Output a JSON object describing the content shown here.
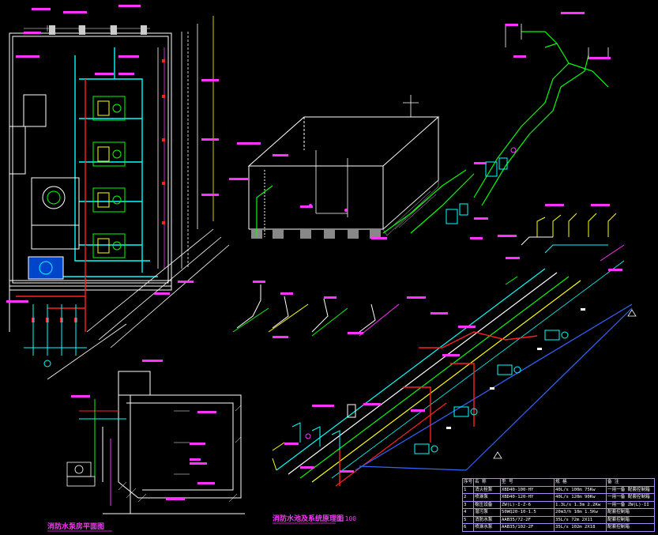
{
  "captions": {
    "plan_title": "消防水泵房平面图",
    "isometric_title": "消防水池及系统原理图",
    "isometric_scale": "1:100"
  },
  "colors": {
    "background": "#000000",
    "wall": "#ffffff",
    "fire_pipe": "#ff2020",
    "sprinkler_pipe": "#00ffff",
    "green_pipe": "#00ff00",
    "magenta_text": "#ff33ff",
    "yellow_pipe": "#ffff00",
    "blue_pipe": "#3366ff",
    "table_border": "#aa88ff"
  },
  "equipment_table": {
    "headers": [
      "序号",
      "名 称",
      "型 号",
      "规 格",
      "备 注"
    ],
    "rows": [
      [
        "1",
        "消火栓泵",
        "XBD40-100-HY",
        "40L/s 100m 75Kw",
        "一用一备 配套控制箱"
      ],
      [
        "2",
        "喷淋泵",
        "XBD40-120-HY",
        "40L/s 120m 90Kw",
        "一用一备 配套控制箱"
      ],
      [
        "3",
        "稳压设备",
        "ZW(L)-I-Z-6",
        "1.3L/s 1.3m 2.2Kw",
        "一用一备 ZW(L)-II"
      ],
      [
        "4",
        "潜污泵",
        "50WQ20-10-1.5",
        "20m3/h 10m 1.5Kw",
        "配套控制箱"
      ],
      [
        "5",
        "消防水泵",
        "AAB35/72-2F",
        "35L/s 72m 2X11",
        "配套控制箱"
      ],
      [
        "6",
        "喷淋水泵",
        "AAB35/102-2F",
        "35L/s 102m 2X18",
        "配套控制箱"
      ]
    ]
  }
}
